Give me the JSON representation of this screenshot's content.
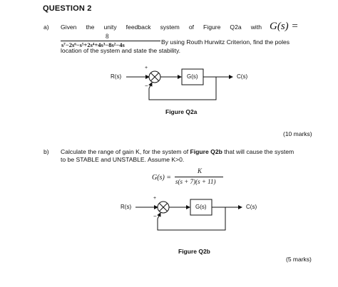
{
  "question": {
    "heading": "QUESTION 2"
  },
  "part_a": {
    "label": "a)",
    "line1_words": [
      "Given",
      "the",
      "unity",
      "feedback",
      "system",
      "of",
      "Figure",
      "Q2a",
      "with"
    ],
    "gs_lhs": "G(s) =",
    "tf_numerator": "8",
    "tf_denominator": "s⁷−2s⁶−s⁵+2s⁴+4s³−8s²−4s",
    "line2_rest": " By using Routh Hurwitz Criterion, find the poles",
    "line3": "location of the system and state the stability.",
    "diagram": {
      "input": "R(s)",
      "block": "G(s)",
      "output": "C(s)",
      "plus": "+",
      "minus": "−"
    },
    "figure_caption": "Figure Q2a",
    "marks": "(10 marks)"
  },
  "part_b": {
    "label": "b)",
    "line1_pre": "Calculate the range of gain K, for the system of ",
    "line1_bold": "Figure Q2b",
    "line1_post": " that will cause the system",
    "line2": "to be STABLE and UNSTABLE. Assume K>0.",
    "gs_lhs": "G(s) =",
    "tf_numerator": "K",
    "tf_denominator": "s(s + 7)(s + 11)",
    "diagram": {
      "input": "R(s)",
      "block": "G(s)",
      "output": "C(s)",
      "plus": "+",
      "minus": "−"
    },
    "figure_caption": "Figure Q2b",
    "marks": "(5 marks)"
  }
}
